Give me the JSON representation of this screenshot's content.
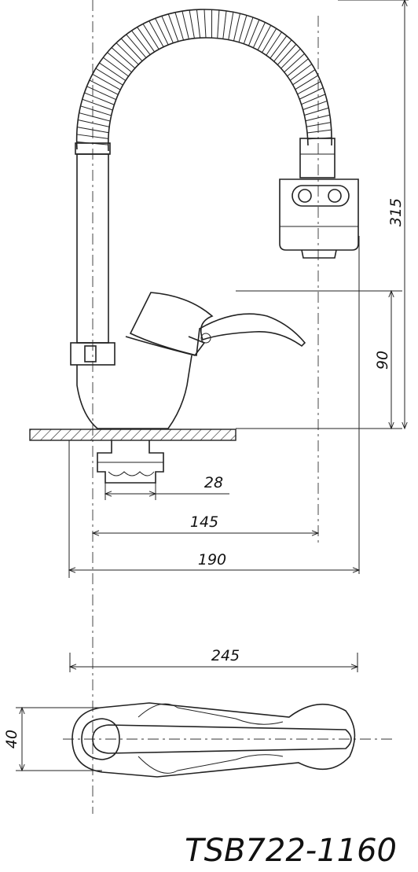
{
  "model_code": "TSB722-1160",
  "dimensions": {
    "d28": "28",
    "d145": "145",
    "d190": "190",
    "d245": "245",
    "d40": "40",
    "d90": "90",
    "d315": "315"
  },
  "colors": {
    "line": "#222222",
    "background": "#ffffff"
  }
}
